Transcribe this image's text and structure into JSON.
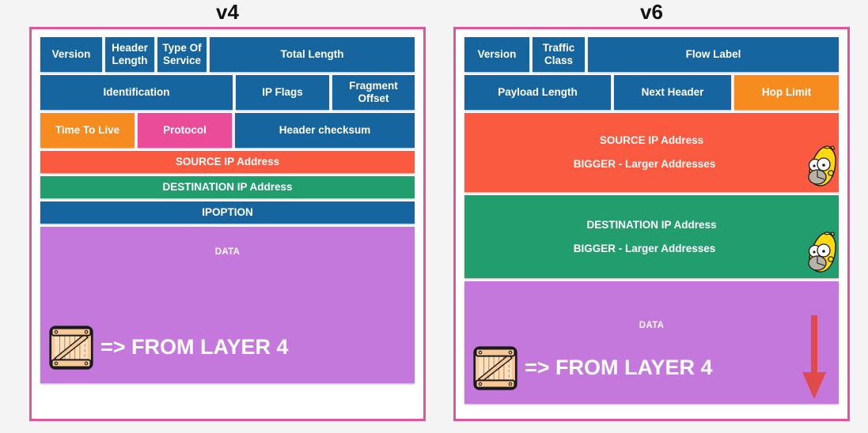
{
  "page": {
    "background": "#f4f4f4",
    "panel_border_color": "#e0559b"
  },
  "palette": {
    "blue": "#16659e",
    "orange": "#f68b1f",
    "pink": "#ea4c9a",
    "red": "#fa5a40",
    "green": "#229d6e",
    "purple": "#c478dc",
    "arrow_red": "#e04a4a",
    "title_black": "#131313"
  },
  "v4": {
    "title": "v4",
    "row1": {
      "version": "Version",
      "header_length": "Header Length",
      "type_of_service": "Type Of Service",
      "total_length": "Total Length"
    },
    "row2": {
      "identification": "Identification",
      "ip_flags": "IP Flags",
      "fragment_offset": "Fragment Offset"
    },
    "row3": {
      "time_to_live": "Time To Live",
      "protocol": "Protocol",
      "header_checksum": "Header checksum"
    },
    "source_ip": "SOURCE IP Address",
    "destination_ip": "DESTINATION IP Address",
    "ipoption": "IPOPTION",
    "data_label": "DATA",
    "from_layer4": "=> FROM LAYER 4"
  },
  "v6": {
    "title": "v6",
    "row1": {
      "version": "Version",
      "traffic_class": "Traffic Class",
      "flow_label": "Flow Label"
    },
    "row2": {
      "payload_length": "Payload Length",
      "next_header": "Next Header",
      "hop_limit": "Hop Limit"
    },
    "source": {
      "title": "SOURCE IP Address",
      "note": "BIGGER - Larger Addresses"
    },
    "destination": {
      "title": "DESTINATION IP Address",
      "note": "BIGGER - Larger Addresses"
    },
    "data_label": "DATA",
    "from_layer4": "=> FROM LAYER 4"
  },
  "icons": {
    "crate": "crate-icon",
    "homer": "homer-simpson-icon",
    "arrow": "down-arrow-icon"
  }
}
